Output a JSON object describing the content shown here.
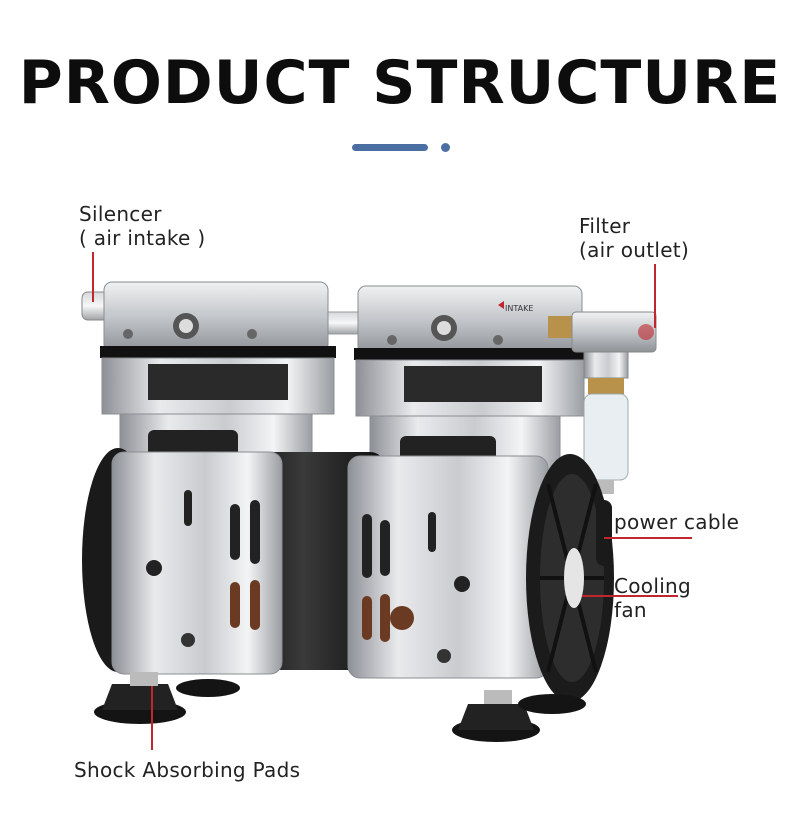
{
  "title": "PRODUCT STRUCTURE",
  "colors": {
    "accent_blue": "#4b6ea3",
    "leader_red": "#c0262d",
    "text": "#222222"
  },
  "labels": {
    "silencer_line1": "Silencer",
    "silencer_line2": "( air intake )",
    "filter_line1": "Filter",
    "filter_line2": "(air outlet)",
    "power_cable": "power cable",
    "cooling_line1": "Cooling",
    "cooling_line2": "fan",
    "pads": "Shock Absorbing Pads"
  },
  "product_mark": "INTAKE"
}
